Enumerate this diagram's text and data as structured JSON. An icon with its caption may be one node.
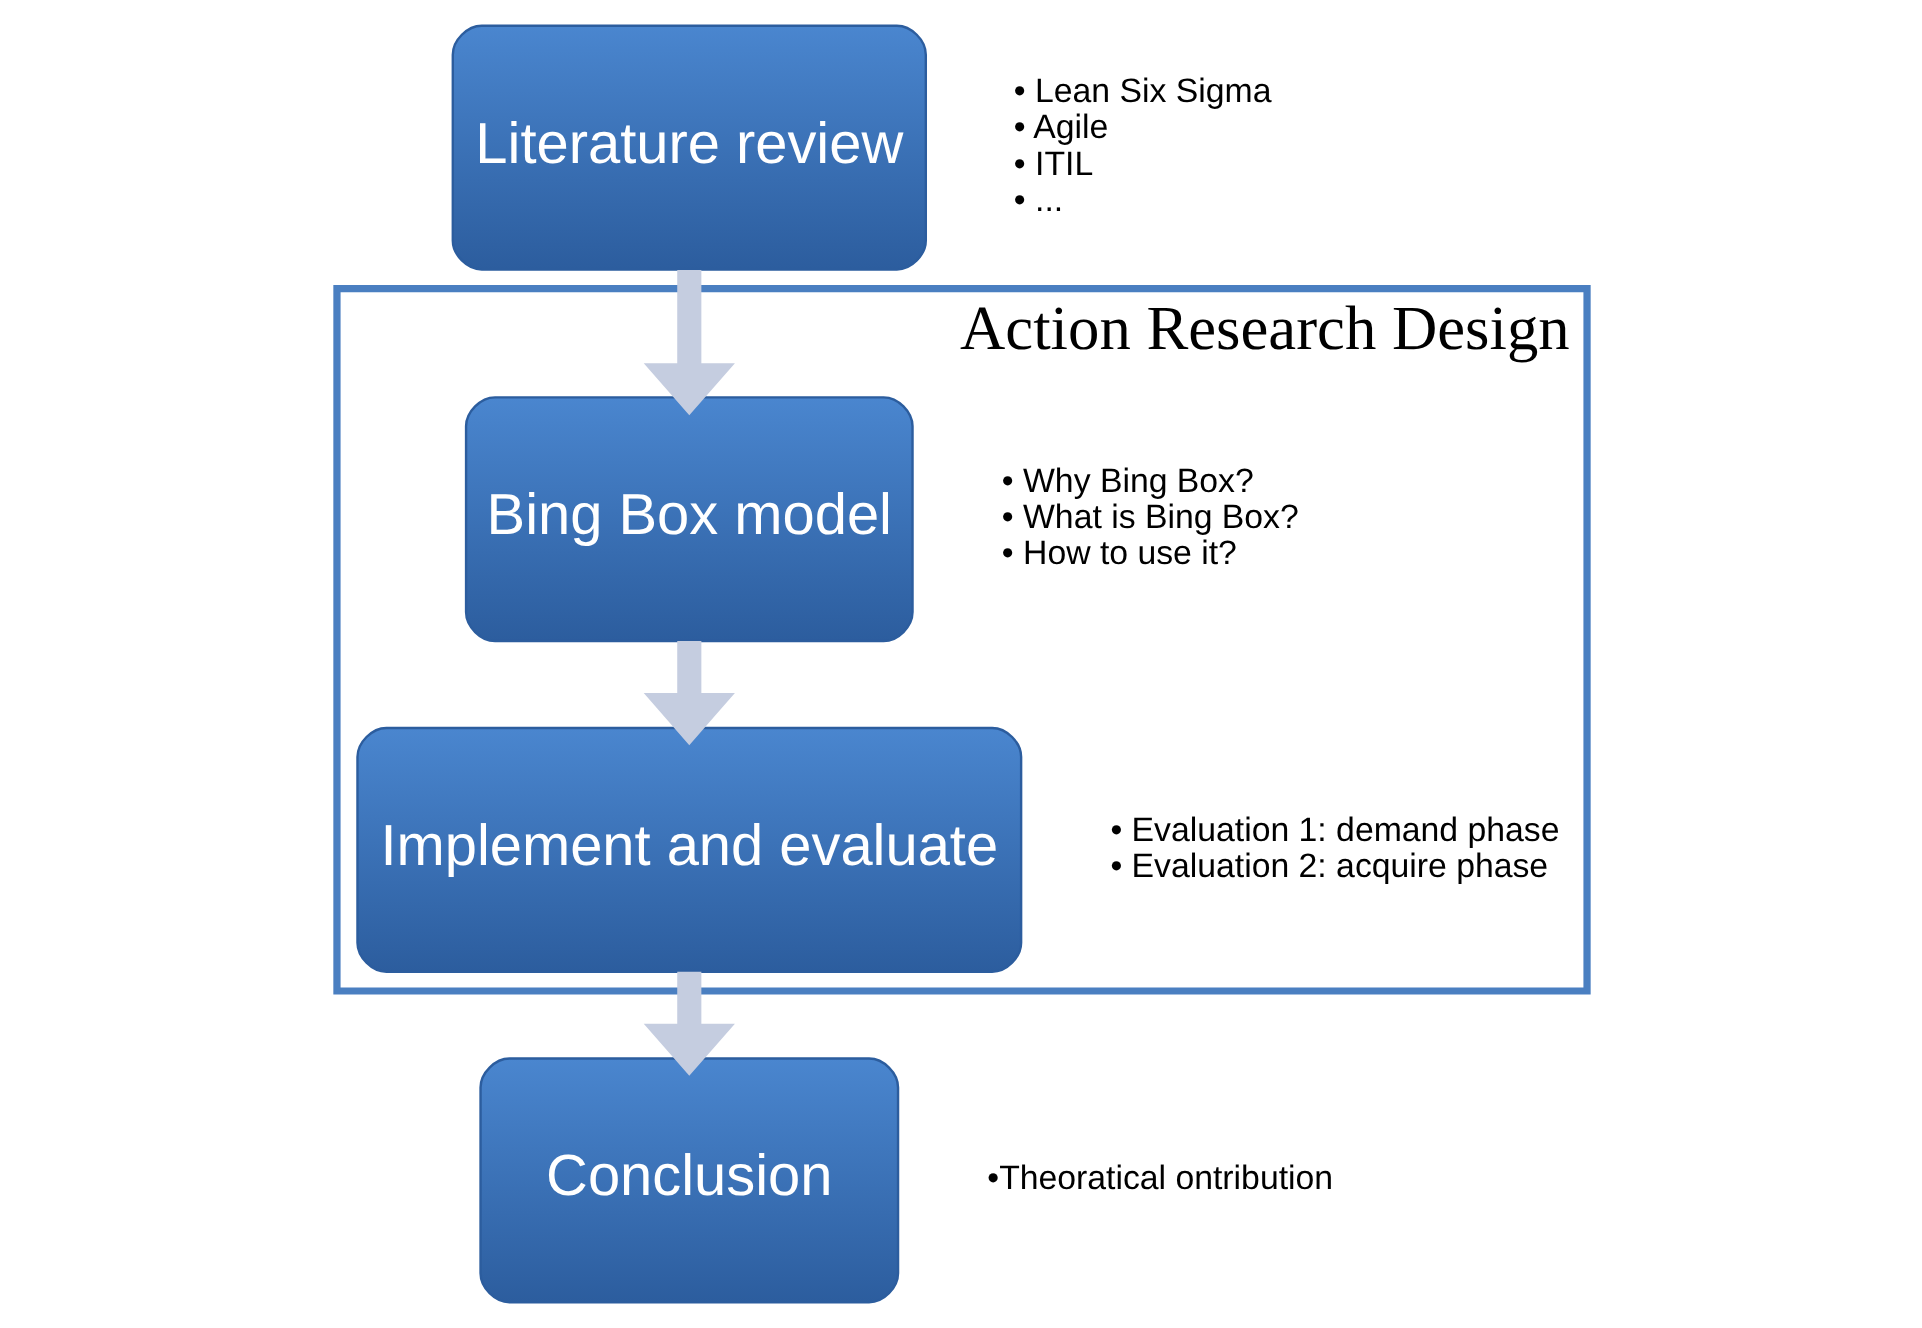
{
  "diagram": {
    "nodes": [
      {
        "text": [
          "Literature review"
        ],
        "beside": [
          "• Lean Six Sigma",
          "• Agile",
          "• ITIL",
          "• ..."
        ]
      },
      {
        "text": [
          "Action Research Design"
        ]
      },
      {
        "text": [
          "Bing Box model"
        ],
        "in": 1,
        "beside": [
          "• Why Bing Box?",
          "• What is Bing Box?",
          "• How to use it?"
        ]
      },
      {
        "text": [
          "Implement and evaluate"
        ],
        "in": 1,
        "beside": [
          "• Evaluation 1: demand phase",
          "• Evaluation 2: acquire phase"
        ]
      },
      {
        "text": [
          "Conclusion"
        ],
        "beside": [
          "•Theoratical ontribution"
        ]
      }
    ],
    "edges": [
      {
        "from": 0,
        "to": 2,
        "arrow": "to"
      },
      {
        "from": 2,
        "to": 3,
        "arrow": "to"
      },
      {
        "from": 3,
        "to": 4,
        "arrow": "to"
      }
    ]
  }
}
